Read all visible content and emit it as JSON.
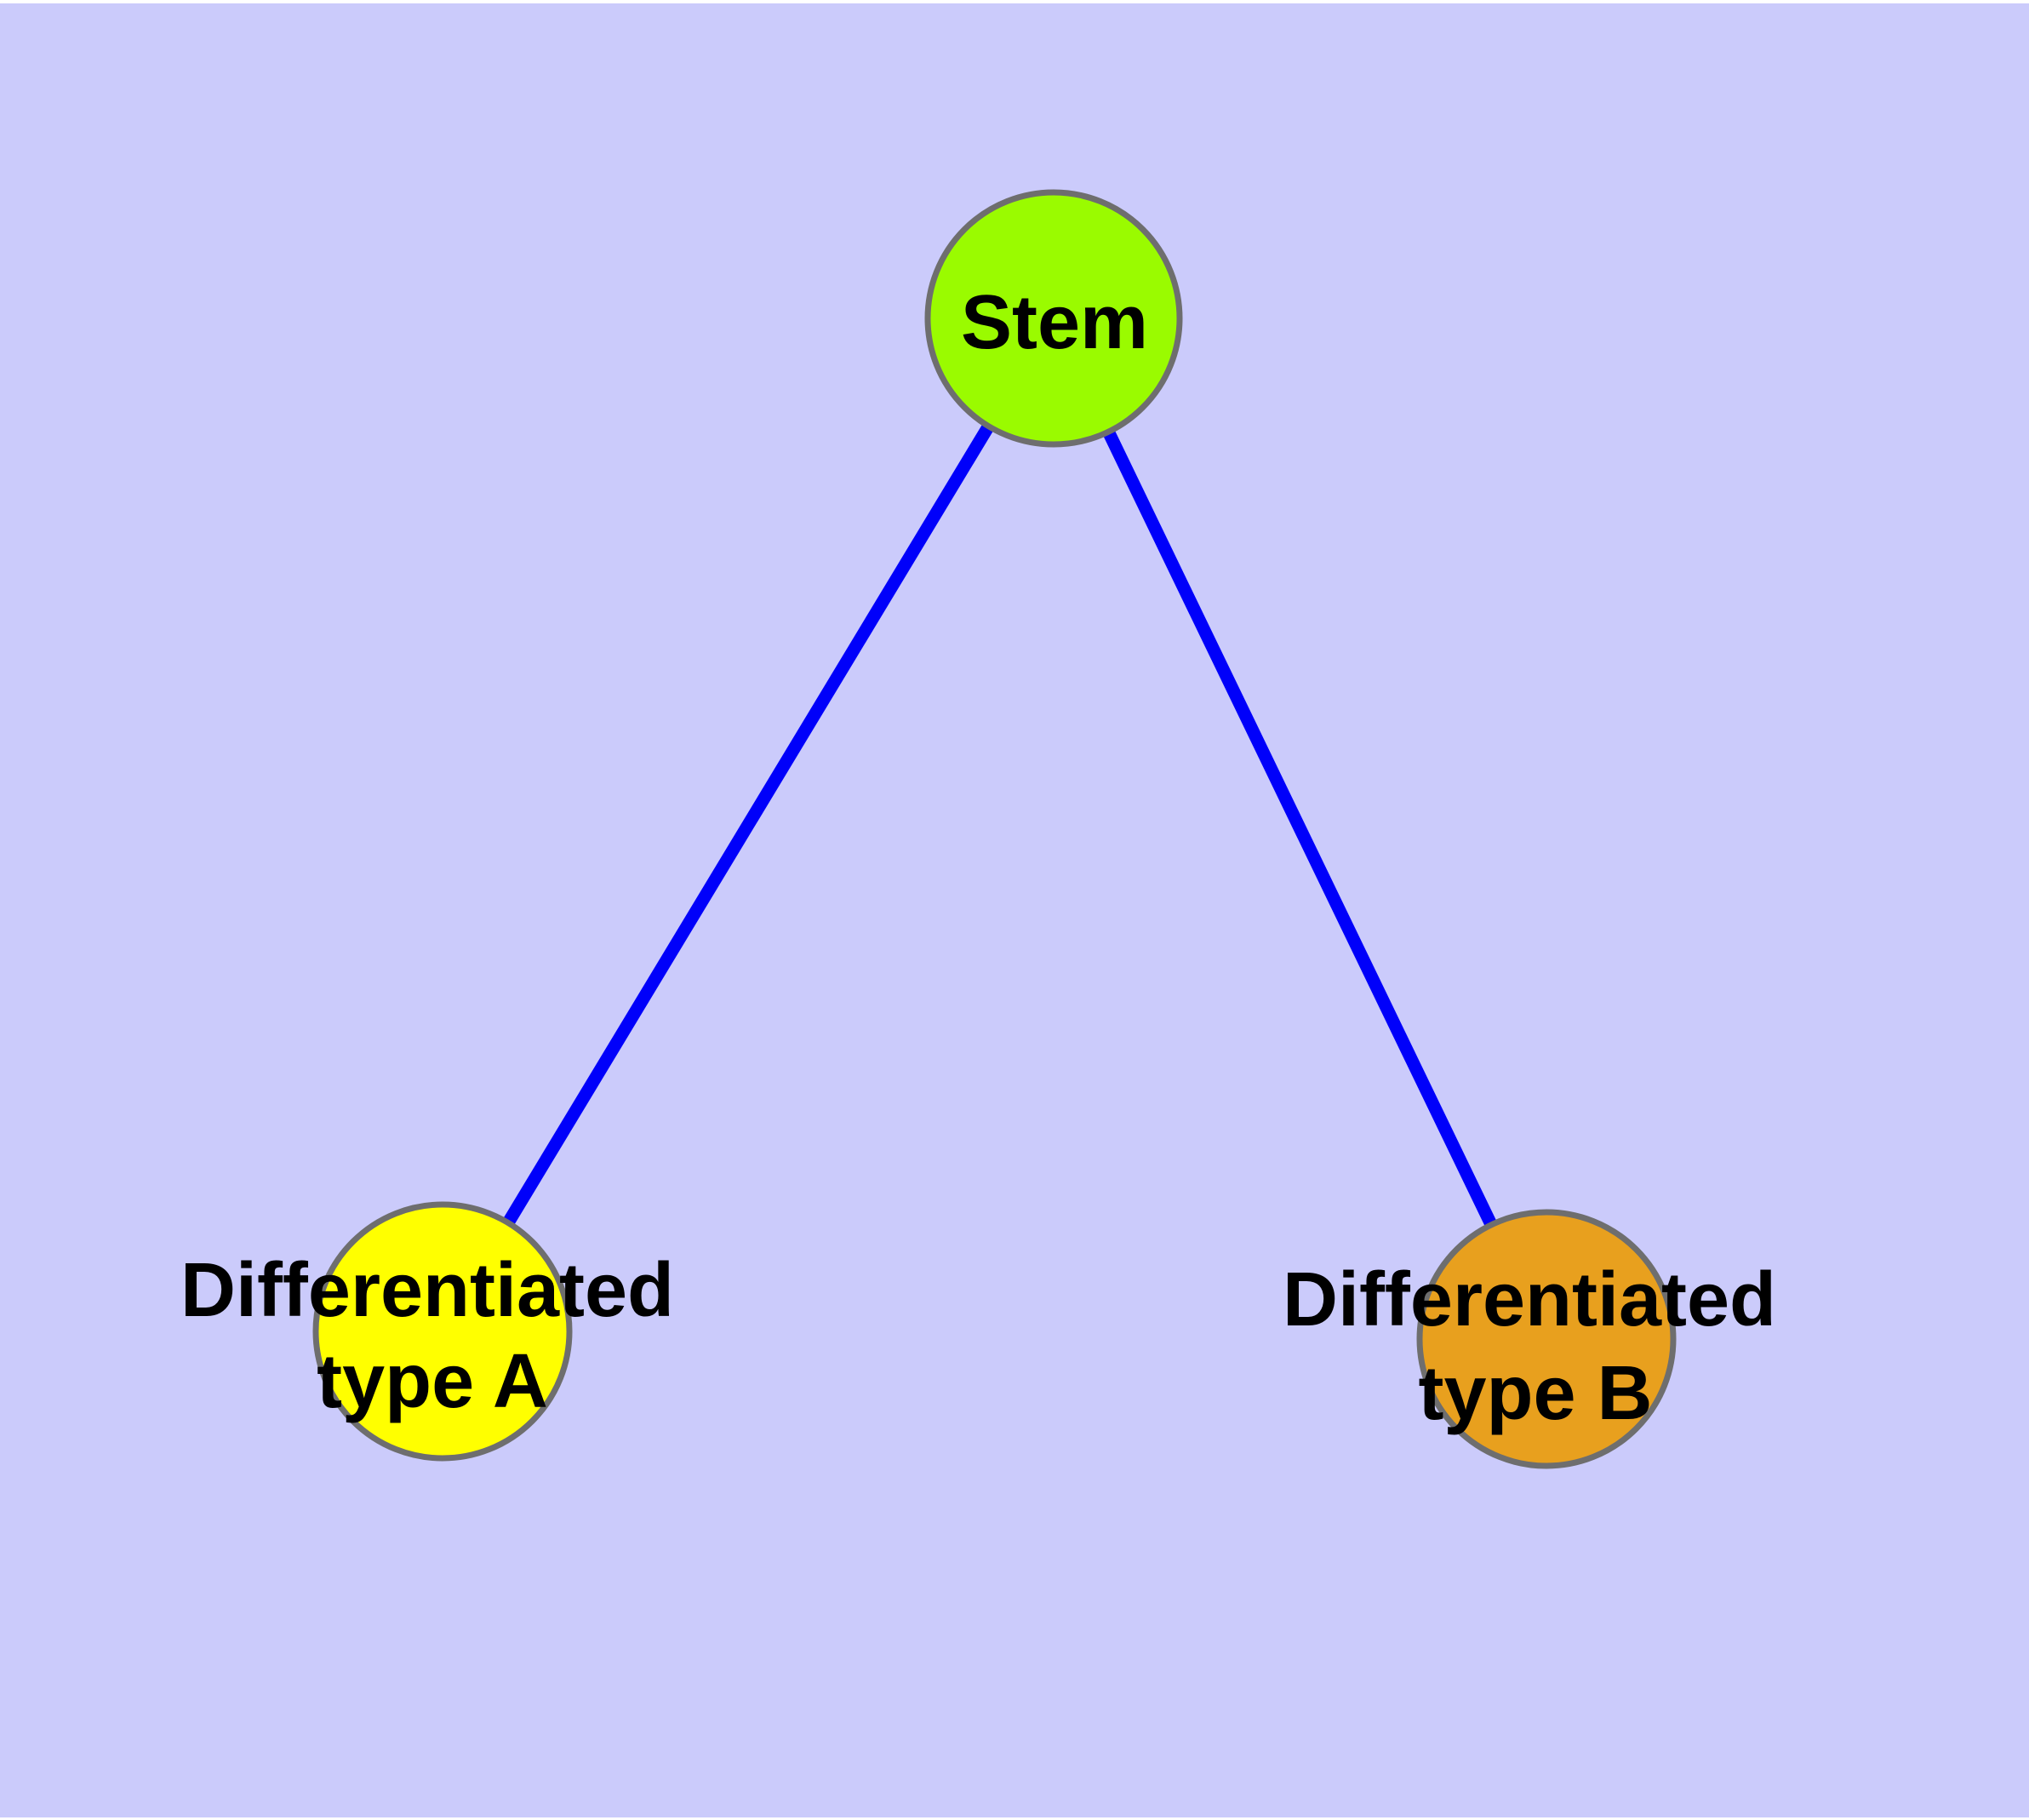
{
  "diagram": {
    "type": "graph",
    "background_color": "#CBCBFB",
    "frame_color": "#FFFFFF",
    "edge_color": "#0000FA",
    "node_border_color": "#6E6E6E",
    "text_color": "#000000",
    "nodes": [
      {
        "id": "stem",
        "label": "Stem",
        "fill": "#9AFB00"
      },
      {
        "id": "differentiated-type-a",
        "label_line1": "Differentiated",
        "label_line2": "type A",
        "fill": "#FFFF00"
      },
      {
        "id": "differentiated-type-b",
        "label_line1": "Differentiated",
        "label_line2": "type B",
        "fill": "#E8A01E"
      }
    ],
    "edges": [
      {
        "from": "Stem",
        "to": "Differentiated type A"
      },
      {
        "from": "Stem",
        "to": "Differentiated type B"
      }
    ]
  }
}
